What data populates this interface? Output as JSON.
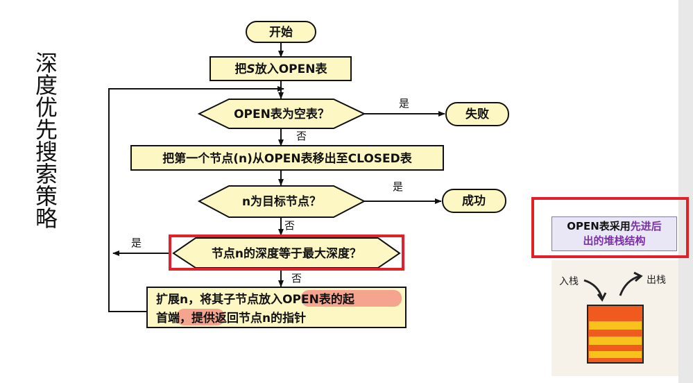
{
  "title": "深度优先搜索策略",
  "nodes": {
    "start": "开始",
    "put_s": "把S放入OPEN表",
    "put_s_parts": [
      "把",
      "S",
      "放入OPEN表"
    ],
    "is_empty": "OPEN表为空表？",
    "fail": "失败",
    "move_first": "把第一个节点(n)从OPEN表移出至CLOSED表",
    "is_goal": "n为目标节点？",
    "success": "成功",
    "depth_check": "节点n的深度等于最大深度？",
    "expand_line1": "扩展n，将其子节点放入OPEN表的起",
    "expand_line2": "首端，提供返回节点n的指针"
  },
  "edge_labels": {
    "yes_fail": "是",
    "no_empty": "否",
    "yes_success": "是",
    "no_goal": "否",
    "yes_depth": "是",
    "no_depth": "否"
  },
  "callout": {
    "prefix": "OPEN表采用",
    "highlight1": "先进后",
    "highlight2": "出的堆栈结构"
  },
  "stack": {
    "push_label": "入栈",
    "pop_label": "出栈"
  },
  "colors": {
    "box_fill": "#fdf7c3",
    "border": "#111111",
    "highlight_red": "#e0202a",
    "callout_purple": "#7b2fa8",
    "stack_orange": "#f05a1e",
    "stack_yellow": "#f7c21b",
    "pink_highlight": "#f4a48f"
  }
}
